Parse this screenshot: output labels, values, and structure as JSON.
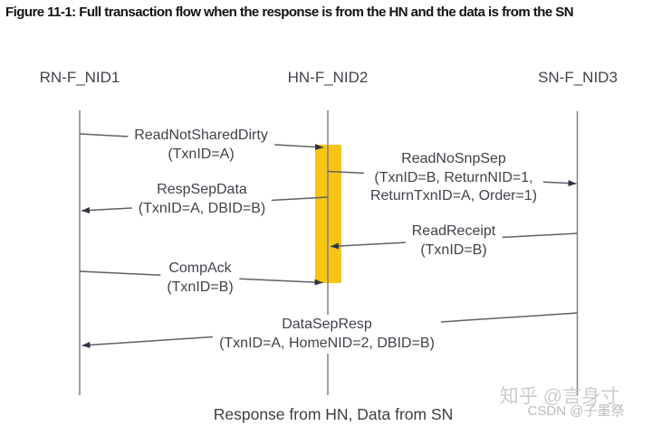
{
  "title": "Figure 11-1: Full transaction flow when the response is from the HN and the data is from the SN",
  "nodes": [
    {
      "label": "RN-F_NID1"
    },
    {
      "label": "HN-F_NID2"
    },
    {
      "label": "SN-F_NID3"
    }
  ],
  "messages": [
    {
      "name": "ReadNotSharedDirty",
      "params": "(TxnID=A)",
      "from": "RN-F_NID1",
      "to": "HN-F_NID2"
    },
    {
      "name": "RespSepData",
      "params": "(TxnID=A, DBID=B)",
      "from": "HN-F_NID2",
      "to": "RN-F_NID1"
    },
    {
      "name": "ReadNoSnpSep",
      "params": "(TxnID=B, ReturnNID=1,",
      "params2": "ReturnTxnID=A, Order=1)",
      "from": "HN-F_NID2",
      "to": "SN-F_NID3"
    },
    {
      "name": "ReadReceipt",
      "params": "(TxnID=B)",
      "from": "SN-F_NID3",
      "to": "HN-F_NID2"
    },
    {
      "name": "CompAck",
      "params": "(TxnID=B)",
      "from": "RN-F_NID1",
      "to": "HN-F_NID2"
    },
    {
      "name": "DataSepResp",
      "params": "(TxnID=A, HomeNID=2, DBID=B)",
      "from": "SN-F_NID3",
      "to": "RN-F_NID1"
    }
  ],
  "caption": "Response from HN, Data from SN",
  "watermarks": {
    "zhihu": "知乎 @言身寸",
    "csdn": "CSDN @子墨祭"
  },
  "colors": {
    "activation_bar": "#F7C514",
    "message_line": "#5D6167",
    "lifeline": "#7E8184",
    "arrowhead": "#2E3540",
    "label_text": "#3E434A",
    "title_text": "#101214"
  }
}
